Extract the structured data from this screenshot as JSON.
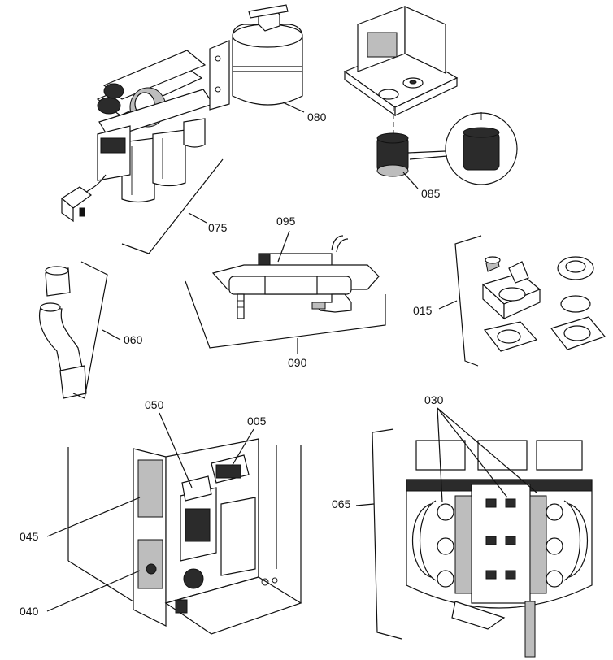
{
  "callouts": {
    "c080": "080",
    "c085": "085",
    "c075": "075",
    "c095": "095",
    "c060": "060",
    "c015": "015",
    "c090": "090",
    "c050": "050",
    "c005": "005",
    "c030": "030",
    "c045": "045",
    "c065": "065",
    "c040": "040"
  }
}
